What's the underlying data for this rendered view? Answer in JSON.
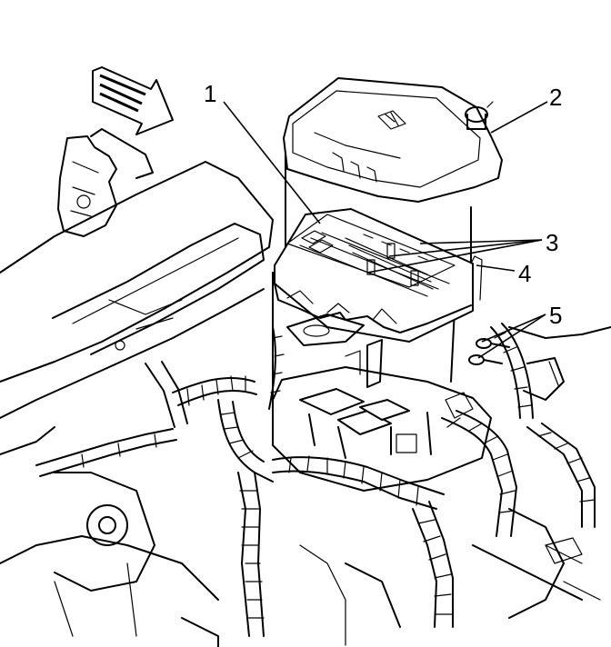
{
  "callouts": {
    "c1": "1",
    "c2": "2",
    "c3": "3",
    "c4": "4",
    "c5": "5"
  },
  "icons": {
    "direction_arrow": "forward-arrow-icon"
  }
}
